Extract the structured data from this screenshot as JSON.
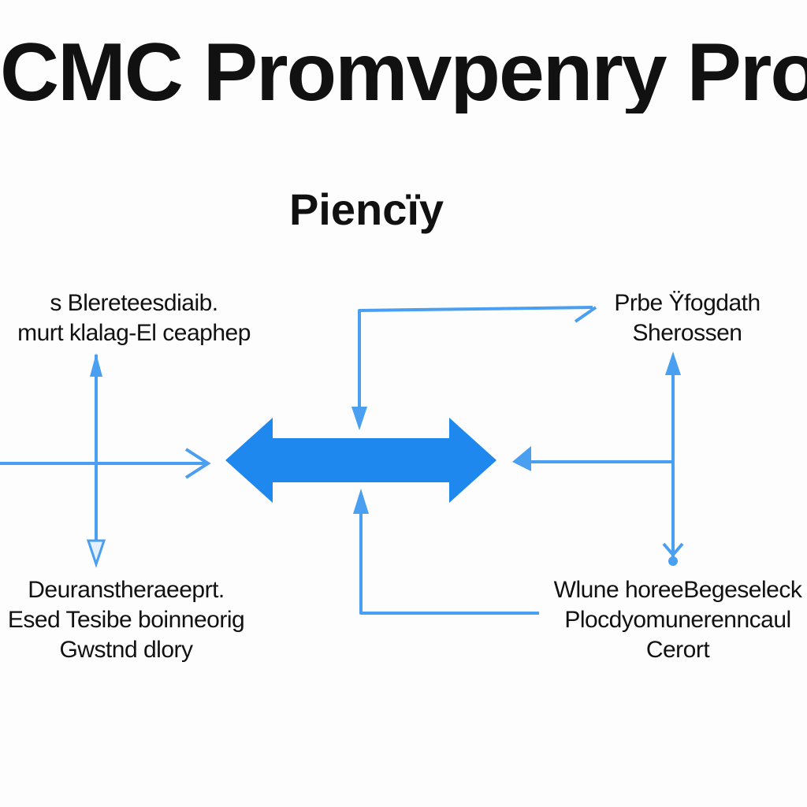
{
  "title": "CMC Promvpenry Pronc",
  "subtitle": "Piencïy",
  "nodes": {
    "top_left": [
      "s Blereteesdiaib.",
      "murt klalag-El ceaphep"
    ],
    "top_right": [
      "Prbe Ÿfogdath",
      "Sherossen"
    ],
    "bottom_left": [
      "Deuranstheraeeprt.",
      "Esed Tesibe boinneorig",
      "Gwstnd dlory"
    ],
    "bottom_right": [
      "Wlune horeeBegeseleck",
      "Plocdyomunerenncaul",
      "Cerort"
    ]
  },
  "colors": {
    "line": "#4a9ff0",
    "arrow": "#1e88ee",
    "text": "#111111"
  }
}
